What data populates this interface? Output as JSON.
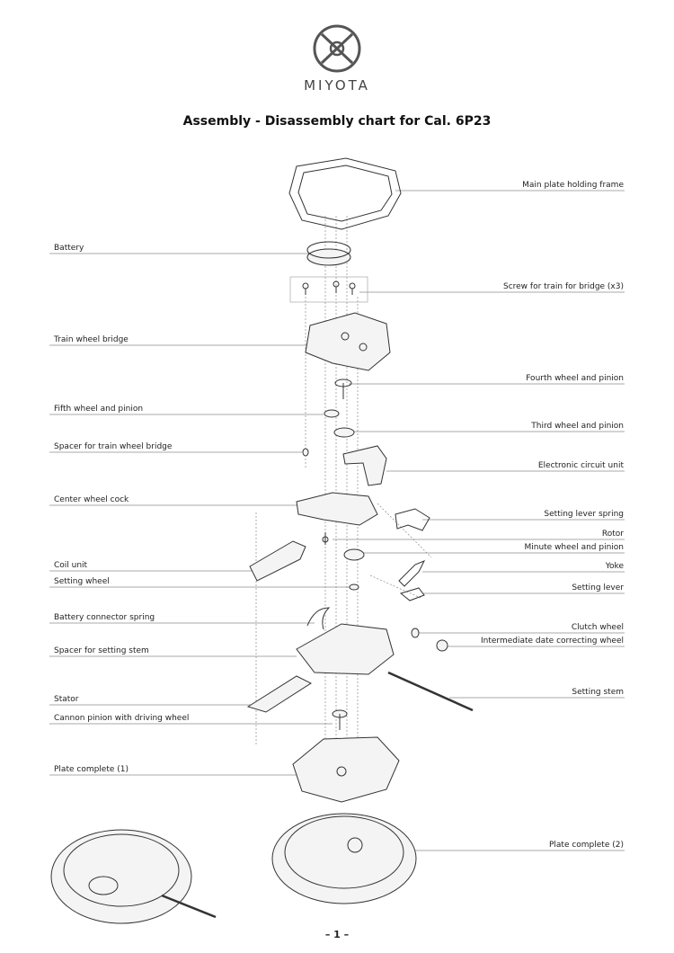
{
  "header": {
    "brand": "MIYOTA",
    "title": "Assembly - Disassembly chart for Cal. 6P23"
  },
  "labels": {
    "main_plate_holding_frame": "Main plate holding frame",
    "battery": "Battery",
    "screw_train_bridge": "Screw for train for bridge (x3)",
    "train_wheel_bridge": "Train wheel bridge",
    "fourth_wheel": "Fourth wheel and pinion",
    "fifth_wheel": "Fifth wheel and pinion",
    "third_wheel": "Third wheel and pinion",
    "spacer_train_bridge": "Spacer for train wheel bridge",
    "electronic_circuit": "Electronic circuit unit",
    "center_wheel_cock": "Center wheel cock",
    "setting_lever_spring": "Setting lever spring",
    "rotor": "Rotor",
    "minute_wheel": "Minute wheel and pinion",
    "coil_unit": "Coil unit",
    "yoke": "Yoke",
    "setting_wheel": "Setting wheel",
    "setting_lever": "Setting lever",
    "battery_connector": "Battery connector spring",
    "clutch_wheel": "Clutch wheel",
    "spacer_setting_stem": "Spacer for setting stem",
    "intermediate_date": "Intermediate date correcting wheel",
    "setting_stem": "Setting stem",
    "stator": "Stator",
    "cannon_pinion": "Cannon pinion with driving wheel",
    "plate_complete_1": "Plate complete (1)",
    "plate_complete_2": "Plate complete (2)"
  },
  "footer": {
    "page_number": "– 1 –"
  }
}
